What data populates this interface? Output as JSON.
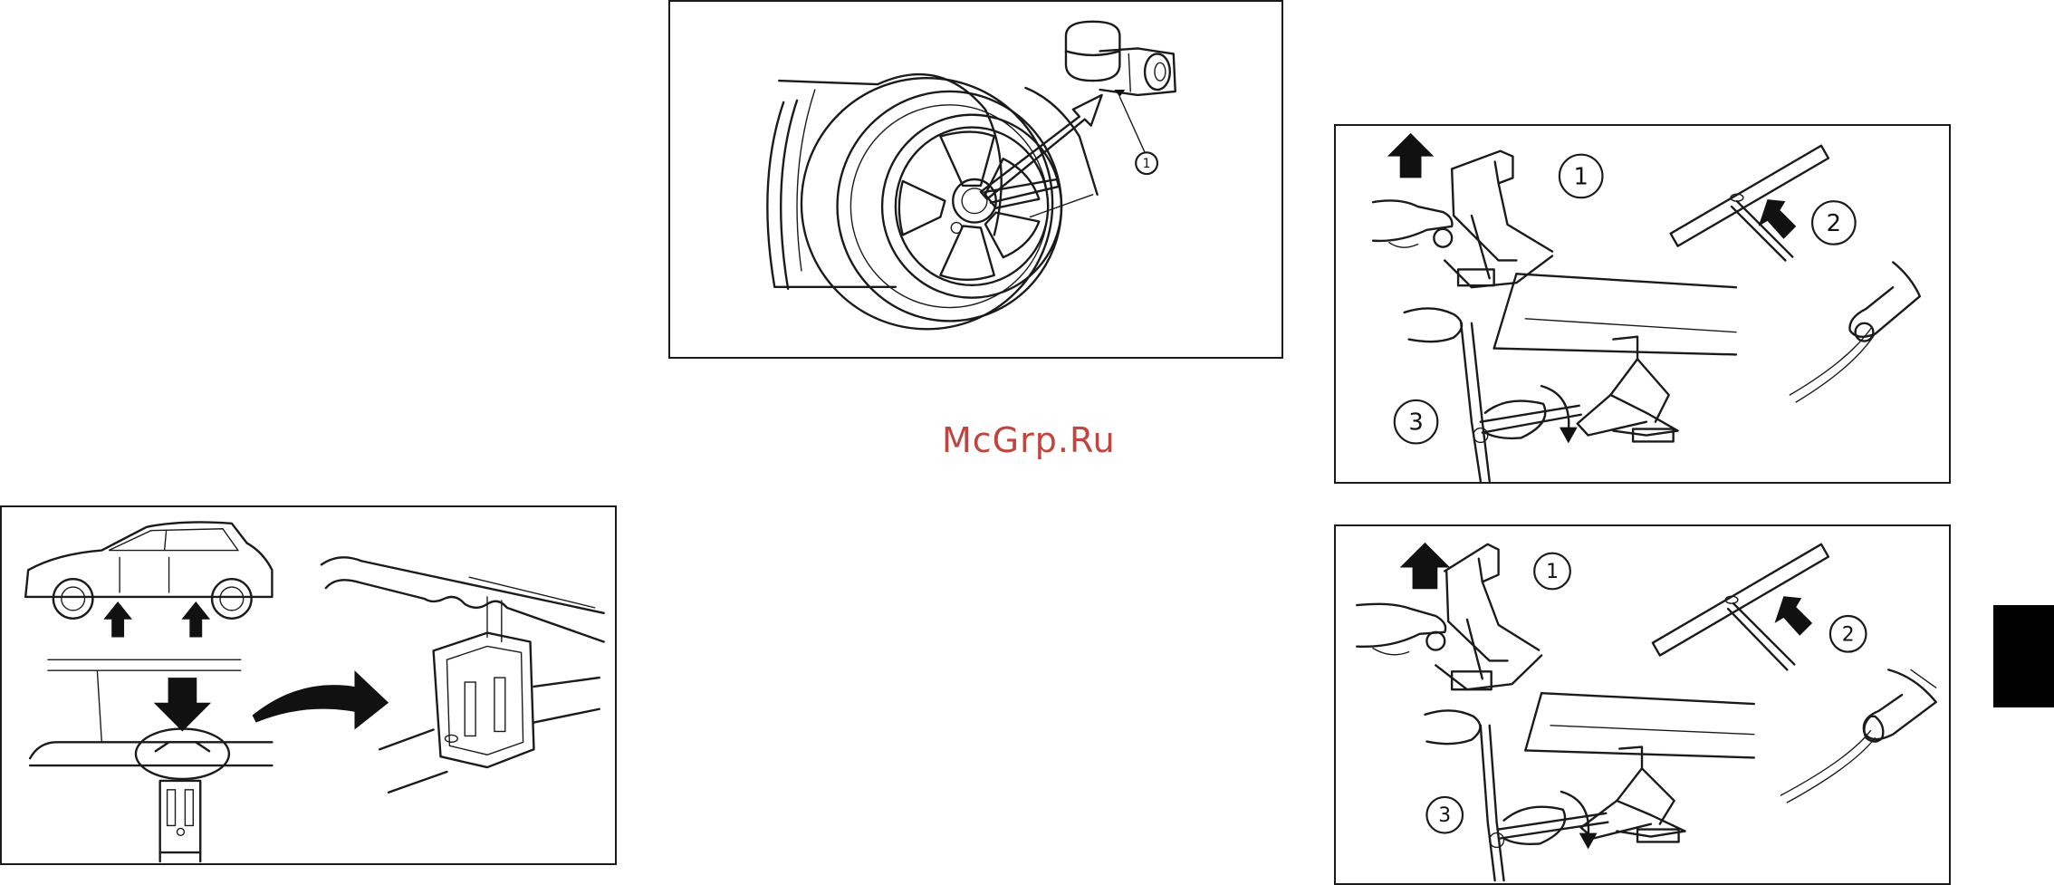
{
  "watermark": {
    "text": "McGrp.Ru",
    "color": "#c0453f"
  },
  "wheel_lock_panel": {
    "callout": "1"
  },
  "jack_panel_top": {
    "callouts": [
      "1",
      "2",
      "3"
    ]
  },
  "jack_panel_bottom": {
    "callouts": [
      "1",
      "2",
      "3"
    ]
  },
  "section_tab": {
    "color": "#000000"
  },
  "icons": {
    "lift_arrow": "up-arrow-icon",
    "push_arrow": "arrow-icon",
    "down_arrow": "down-arrow-icon",
    "curved_arrow": "curved-arrow-icon",
    "rotate_arrow": "rotate-arrow-icon"
  }
}
